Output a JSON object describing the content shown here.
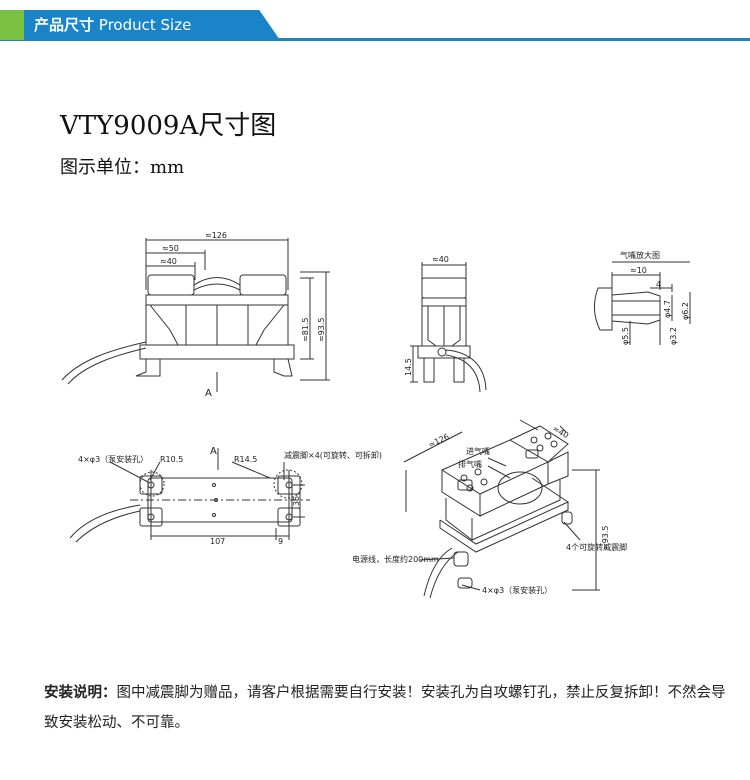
{
  "header": {
    "title_cn": "产品尺寸",
    "title_en": "Product Size"
  },
  "title": "VTY9009A尺寸图",
  "unit": "图示单位：mm",
  "front_view": {
    "dim_total": "≈126",
    "dim_50": "≈50",
    "dim_40": "≈40",
    "dim_815": "≈81.5",
    "dim_935": "≈93.5",
    "arrow_label": "A"
  },
  "side_view": {
    "dim_40": "≈40",
    "dim_45": "14.5"
  },
  "nozzle_view": {
    "title": "气嘴放大图",
    "dim_10": "≈10",
    "dim_4": "4",
    "dim_47": "φ4.7",
    "dim_62": "φ6.2",
    "dim_55": "φ5.5",
    "dim_32": "φ3.2"
  },
  "bottom_view": {
    "holes": "4×φ3（泵安装孔）",
    "r105": "R10.5",
    "r145": "R14.5",
    "feet": "减震脚×4(可旋转、可拆卸)",
    "dim_107": "107",
    "dim_9": "9",
    "dim_35": "35",
    "arrow_label": "A"
  },
  "iso_view": {
    "dim_126": "≈126",
    "dim_40": "≈40",
    "inlet": "进气嘴",
    "outlet": "排气嘴",
    "dim_935": "≈93.5",
    "feet": "4个可旋转减震脚",
    "cable": "电源线，长度约200mm",
    "holes": "4×φ3（泵安装孔）"
  },
  "note": {
    "label": "安装说明：",
    "text": "图中减震脚为赠品，请客户根据需要自行安装！安装孔为自攻螺钉孔，禁止反复拆卸！不然会导致安装松动、不可靠。"
  }
}
